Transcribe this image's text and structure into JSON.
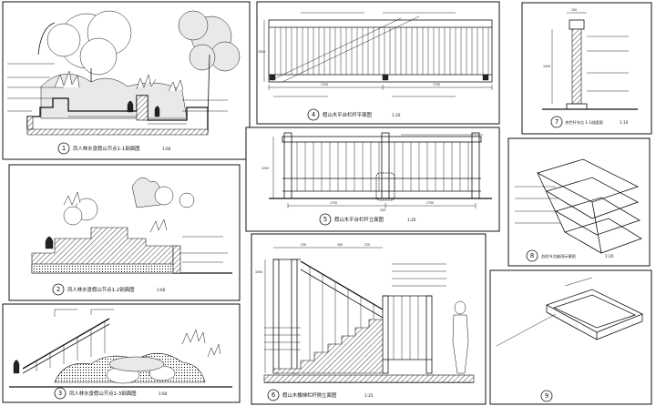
{
  "sheet": {
    "accent": "#111111",
    "panels": [
      {
        "id": "p1",
        "number": "1",
        "caption": "凤人林水景假山节点1-1剖面图",
        "scale": "1:60"
      },
      {
        "id": "p2",
        "number": "2",
        "caption": "凤人林水景假山节点1-2剖面图",
        "scale": "1:60"
      },
      {
        "id": "p3",
        "number": "3",
        "caption": "凤人林水景假山节点1-3剖面图",
        "scale": "1:60"
      },
      {
        "id": "p4",
        "number": "4",
        "caption": "假山木平台栏杆平面图",
        "scale": "1:20"
      },
      {
        "id": "p5",
        "number": "5",
        "caption": "假山木平台栏杆立面图",
        "scale": "1:20"
      },
      {
        "id": "p6",
        "number": "6",
        "caption": "假山木楼梯栏杆侧立面图",
        "scale": "1:25"
      },
      {
        "id": "p7",
        "number": "7",
        "caption": "木栏杆节点 1-1剖面图",
        "scale": "1:10"
      },
      {
        "id": "p8",
        "number": "8",
        "caption": "台阶节点轴测示意图",
        "scale": "1:20"
      },
      {
        "id": "p9",
        "number": "9",
        "caption": "",
        "scale": ""
      }
    ],
    "dims": {
      "d1750": "1750",
      "d1750b": "1750",
      "d1500": "1500",
      "d300": "300",
      "d220": "220",
      "d1200": "1200",
      "d200": "200",
      "d230": "230",
      "d1050": "1050",
      "d150": "150"
    }
  }
}
